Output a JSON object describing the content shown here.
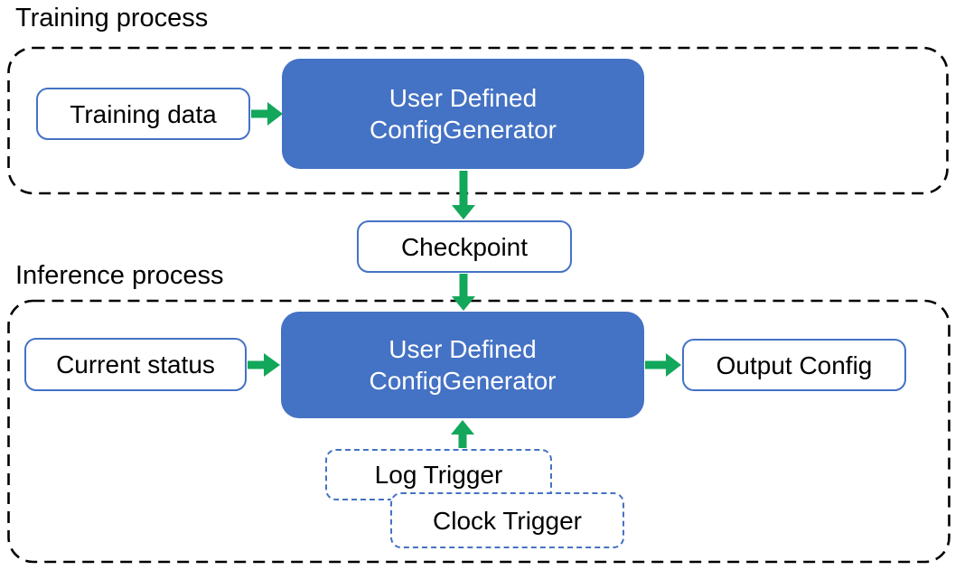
{
  "colors": {
    "generator_fill": "#4472C4",
    "box_border_blue": "#4472C4",
    "trigger_border_blue": "#4472C4",
    "arrow_green": "#12A75A",
    "container_dash_black": "#000000",
    "text_black": "#000000",
    "generator_text_white": "#ffffff",
    "background": "#ffffff"
  },
  "training": {
    "title": "Training process",
    "input_label": "Training data",
    "generator_line1": "User Defined",
    "generator_line2": "ConfigGenerator"
  },
  "checkpoint_label": "Checkpoint",
  "inference": {
    "title": "Inference process",
    "input_label": "Current status",
    "generator_line1": "User Defined",
    "generator_line2": "ConfigGenerator",
    "output_label": "Output Config",
    "triggers": [
      "Log Trigger",
      "Clock Trigger"
    ]
  }
}
